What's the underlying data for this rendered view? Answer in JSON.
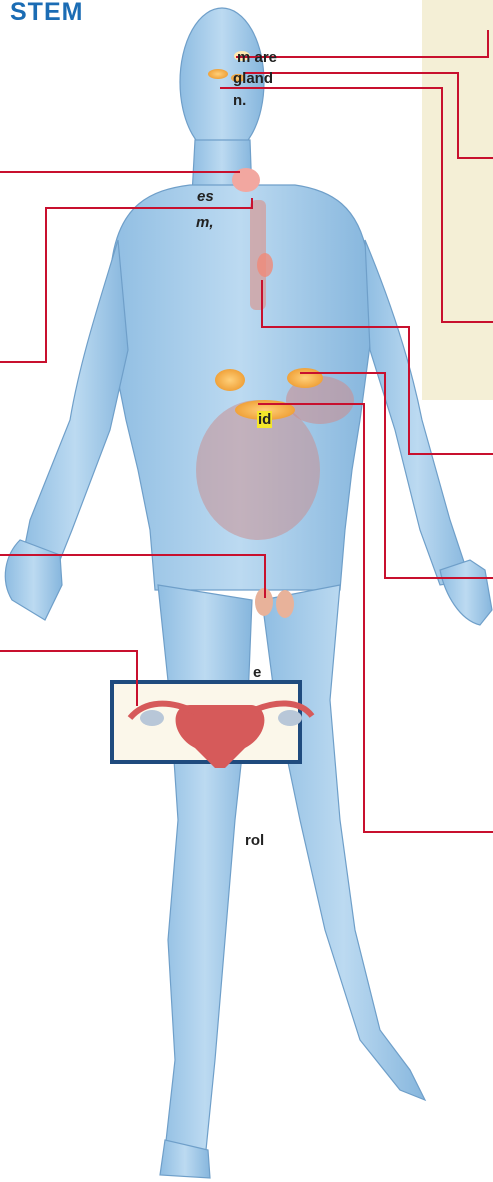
{
  "title": "STEM",
  "intro": {
    "line1": "m are",
    "line2": "gland",
    "line3": "n."
  },
  "left_fragments": {
    "es": "es",
    "m": "m,",
    "id": "id",
    "e": "e",
    "rol": "rol"
  },
  "colors": {
    "title": "#1b6cb4",
    "leader_line": "#c8102e",
    "highlight": "#f5e72a",
    "body_fill": "#a9cdea",
    "beige_strip": "#f4efd6",
    "inset_border": "#1f4b7e"
  }
}
